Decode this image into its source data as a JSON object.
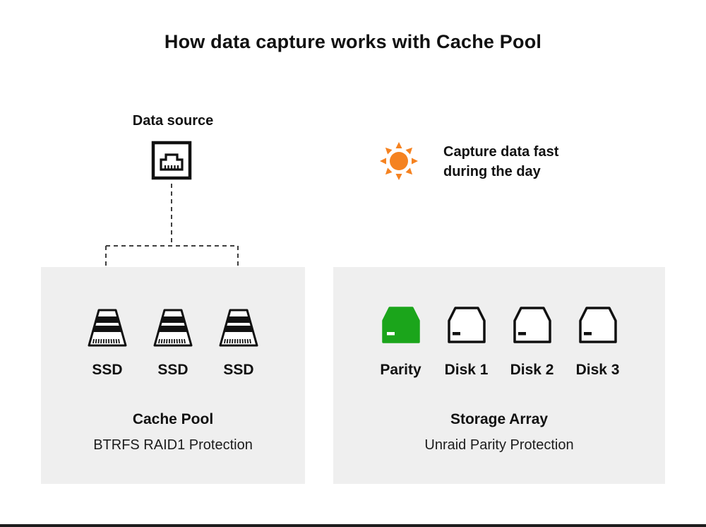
{
  "title": "How data capture works with Cache Pool",
  "data_source": {
    "label": "Data source",
    "icon": "ethernet-port-icon"
  },
  "day_note": {
    "icon": "sun-icon",
    "line1": "Capture data fast",
    "line2": "during the day"
  },
  "cache_pool": {
    "drives": [
      {
        "label": "SSD",
        "icon": "ssd-icon"
      },
      {
        "label": "SSD",
        "icon": "ssd-icon"
      },
      {
        "label": "SSD",
        "icon": "ssd-icon"
      }
    ],
    "title": "Cache Pool",
    "subtitle": "BTRFS RAID1 Protection"
  },
  "storage_array": {
    "drives": [
      {
        "label": "Parity",
        "icon": "hdd-icon",
        "style": "filled-green"
      },
      {
        "label": "Disk 1",
        "icon": "hdd-icon",
        "style": "outline"
      },
      {
        "label": "Disk 2",
        "icon": "hdd-icon",
        "style": "outline"
      },
      {
        "label": "Disk 3",
        "icon": "hdd-icon",
        "style": "outline"
      }
    ],
    "title": "Storage Array",
    "subtitle": "Unraid Parity Protection"
  },
  "colors": {
    "green": "#1ba51b",
    "orange": "#f58220",
    "panel": "#efefef",
    "text": "#111111",
    "connector": "#3f3f3f"
  }
}
